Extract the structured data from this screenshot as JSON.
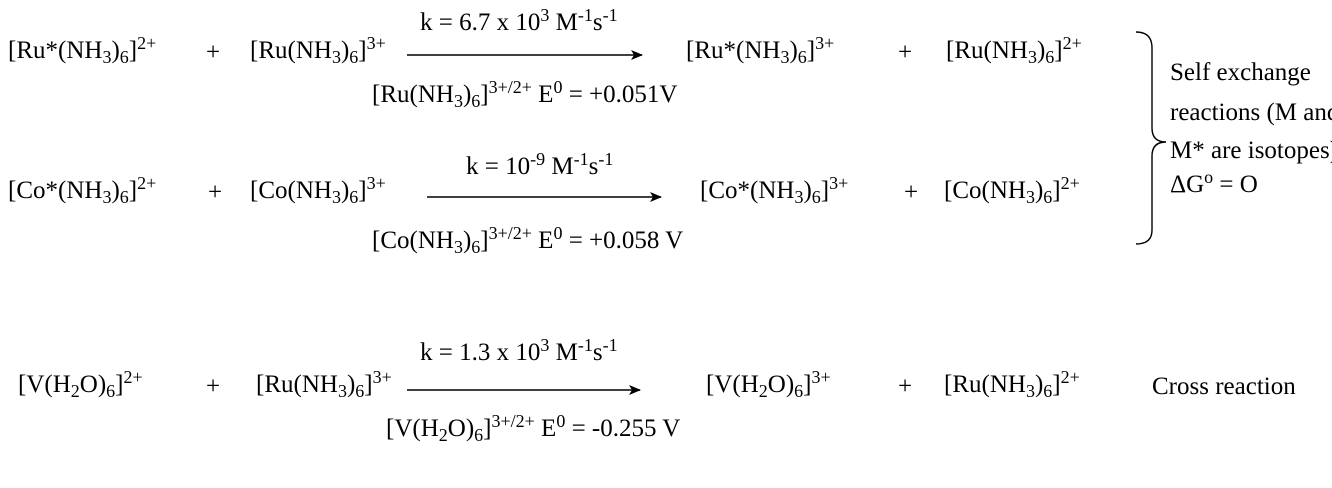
{
  "reaction_ru": {
    "reactant_a": {
      "pre": "[Ru*(NH",
      "sub": "3",
      "mid": ")",
      "sub2": "6",
      "post": "]",
      "charge": "2+"
    },
    "plus_1": "+",
    "reactant_b": {
      "pre": "[Ru(NH",
      "sub": "3",
      "mid": ")",
      "sub2": "6",
      "post": "]",
      "charge": "3+"
    },
    "rate": {
      "pre": "k = 6.7 x 10",
      "exp": "3",
      "unit": " M",
      "unit_exp1": "-1",
      "unit2": "s",
      "unit_exp2": "-1"
    },
    "potential": {
      "pre": "[Ru(NH",
      "sub": "3",
      "mid": ")",
      "sub2": "6",
      "post": "]",
      "charge": "3+/2+",
      "e": " E",
      "e_sup": "0",
      "value": " = +0.051V"
    },
    "product_a": {
      "pre": "[Ru*(NH",
      "sub": "3",
      "mid": ")",
      "sub2": "6",
      "post": "]",
      "charge": "3+"
    },
    "plus_2": "+",
    "product_b": {
      "pre": "[Ru(NH",
      "sub": "3",
      "mid": ")",
      "sub2": "6",
      "post": "]",
      "charge": "2+"
    }
  },
  "reaction_co": {
    "reactant_a": {
      "pre": "[Co*(NH",
      "sub": "3",
      "mid": ")",
      "sub2": "6",
      "post": "]",
      "charge": "2+"
    },
    "plus_1": "+",
    "reactant_b": {
      "pre": "[Co(NH",
      "sub": "3",
      "mid": ")",
      "sub2": "6",
      "post": "]",
      "charge": "3+"
    },
    "rate": {
      "pre": "k = 10",
      "exp": "-9",
      "unit": " M",
      "unit_exp1": "-1",
      "unit2": "s",
      "unit_exp2": "-1"
    },
    "potential": {
      "pre": "[Co(NH",
      "sub": "3",
      "mid": ")",
      "sub2": "6",
      "post": "]",
      "charge": "3+/2+",
      "e": " E",
      "e_sup": "0",
      "value": " = +0.058 V"
    },
    "product_a": {
      "pre": "[Co*(NH",
      "sub": "3",
      "mid": ")",
      "sub2": "6",
      "post": "]",
      "charge": "3+"
    },
    "plus_2": "+",
    "product_b": {
      "pre": "[Co(NH",
      "sub": "3",
      "mid": ")",
      "sub2": "6",
      "post": "]",
      "charge": "2+"
    }
  },
  "reaction_cross": {
    "reactant_a": {
      "pre": "[V(H",
      "sub": "2",
      "mid": "O)",
      "sub2": "6",
      "post": "]",
      "charge": "2+"
    },
    "plus_1": "+",
    "reactant_b": {
      "pre": "[Ru(NH",
      "sub": "3",
      "mid": ")",
      "sub2": "6",
      "post": "]",
      "charge": "3+"
    },
    "rate": {
      "pre": "k = 1.3 x 10",
      "exp": "3",
      "unit": " M",
      "unit_exp1": "-1",
      "unit2": "s",
      "unit_exp2": "-1"
    },
    "potential": {
      "pre": "[V(H",
      "sub": "2",
      "mid": "O)",
      "sub2": "6",
      "post": "]",
      "charge": "3+/2+",
      "e": " E",
      "e_sup": "0",
      "value": " = -0.255 V"
    },
    "product_a": {
      "pre": "[V(H",
      "sub": "2",
      "mid": "O)",
      "sub2": "6",
      "post": "]",
      "charge": "3+"
    },
    "plus_2": "+",
    "product_b": {
      "pre": "[Ru(NH",
      "sub": "3",
      "mid": ")",
      "sub2": "6",
      "post": "]",
      "charge": "2+"
    },
    "label": "Cross reaction"
  },
  "self_exchange_note": {
    "line1": "Self exchange",
    "line2": "reactions (M and",
    "line3": "M* are isotopes).",
    "delta_g": {
      "pre": "ΔG",
      "sup": "o",
      "post": " = O"
    }
  }
}
